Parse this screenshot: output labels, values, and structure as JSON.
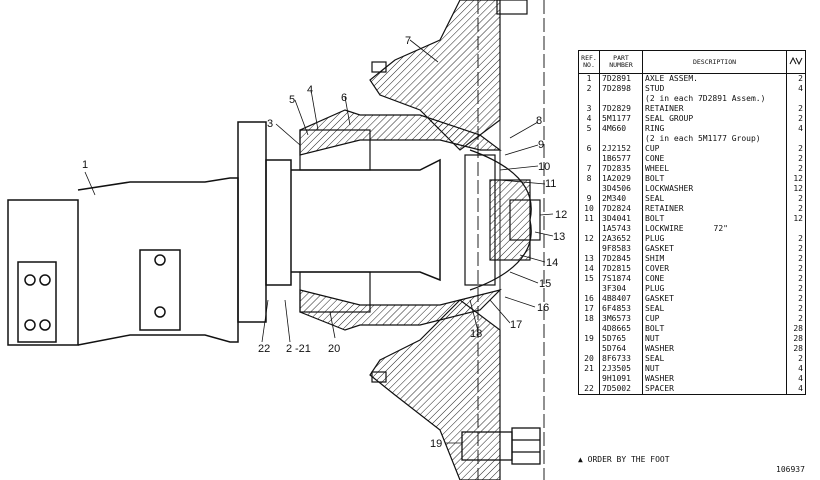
{
  "drawing": {
    "callouts": [
      "1",
      "2",
      "3",
      "4",
      "5",
      "6",
      "7",
      "8",
      "9",
      "10",
      "11",
      "12",
      "13",
      "14",
      "15",
      "16",
      "17",
      "18",
      "19",
      "20",
      "-21",
      "22"
    ]
  },
  "table": {
    "headers": {
      "ref": "REF. NO.",
      "part": "PART NUMBER",
      "description": "DESCRIPTION",
      "qty_icon": "qty-icon"
    },
    "rows": [
      {
        "ref": "1",
        "part": "7D2891",
        "desc": "AXLE ASSEM.",
        "qty": "2"
      },
      {
        "ref": "2",
        "part": "7D2898",
        "desc": "STUD",
        "qty": "4"
      },
      {
        "ref": "",
        "part": "",
        "desc": "(2 in each 7D2891 Assem.)",
        "qty": ""
      },
      {
        "ref": "3",
        "part": "7D2829",
        "desc": "RETAINER",
        "qty": "2"
      },
      {
        "ref": "4",
        "part": "5M1177",
        "desc": "SEAL GROUP",
        "qty": "2"
      },
      {
        "ref": "5",
        "part": "4M660",
        "desc": "RING",
        "qty": "4"
      },
      {
        "ref": "",
        "part": "",
        "desc": "(2 in each 5M1177 Group)",
        "qty": ""
      },
      {
        "ref": "6",
        "part": "2J2152",
        "desc": "CUP",
        "qty": "2"
      },
      {
        "ref": "",
        "part": "1B6577",
        "desc": "CONE",
        "qty": "2"
      },
      {
        "ref": "7",
        "part": "7D2835",
        "desc": "WHEEL",
        "qty": "2"
      },
      {
        "ref": "8",
        "part": "1A2029",
        "desc": "BOLT",
        "qty": "12"
      },
      {
        "ref": "",
        "part": "3D4506",
        "desc": "LOCKWASHER",
        "qty": "12"
      },
      {
        "ref": "9",
        "part": "2M340",
        "desc": "SEAL",
        "qty": "2"
      },
      {
        "ref": "10",
        "part": "7D2824",
        "desc": "RETAINER",
        "qty": "2"
      },
      {
        "ref": "11",
        "part": "3D4041",
        "desc": "BOLT",
        "qty": "12"
      },
      {
        "ref": "",
        "part": "1A5743",
        "desc": "LOCKWIRE",
        "qty": "",
        "note": "72\""
      },
      {
        "ref": "12",
        "part": "2A3652",
        "desc": "PLUG",
        "qty": "2"
      },
      {
        "ref": "",
        "part": "9F8583",
        "desc": "GASKET",
        "qty": "2"
      },
      {
        "ref": "13",
        "part": "7D2845",
        "desc": "SHIM",
        "qty": "2"
      },
      {
        "ref": "14",
        "part": "7D2815",
        "desc": "COVER",
        "qty": "2"
      },
      {
        "ref": "15",
        "part": "7S1874",
        "desc": "CONE",
        "qty": "2"
      },
      {
        "ref": "",
        "part": "3F304",
        "desc": "PLUG",
        "qty": "2"
      },
      {
        "ref": "16",
        "part": "4B8407",
        "desc": "GASKET",
        "qty": "2"
      },
      {
        "ref": "17",
        "part": "6F4853",
        "desc": "SEAL",
        "qty": "2"
      },
      {
        "ref": "18",
        "part": "3M6573",
        "desc": "CUP",
        "qty": "2"
      },
      {
        "ref": "",
        "part": "4D8665",
        "desc": "BOLT",
        "qty": "28"
      },
      {
        "ref": "19",
        "part": "5D765",
        "desc": "NUT",
        "qty": "28"
      },
      {
        "ref": "",
        "part": "5D764",
        "desc": "WASHER",
        "qty": "28"
      },
      {
        "ref": "20",
        "part": "8F6733",
        "desc": "SEAL",
        "qty": "2"
      },
      {
        "ref": "21",
        "part": "2J3505",
        "desc": "NUT",
        "qty": "4"
      },
      {
        "ref": "",
        "part": "9H1091",
        "desc": "WASHER",
        "qty": "4"
      },
      {
        "ref": "22",
        "part": "7D5002",
        "desc": "SPACER",
        "qty": "4"
      }
    ]
  },
  "footnote": "▲ ORDER BY THE FOOT",
  "doc_number": "106937"
}
